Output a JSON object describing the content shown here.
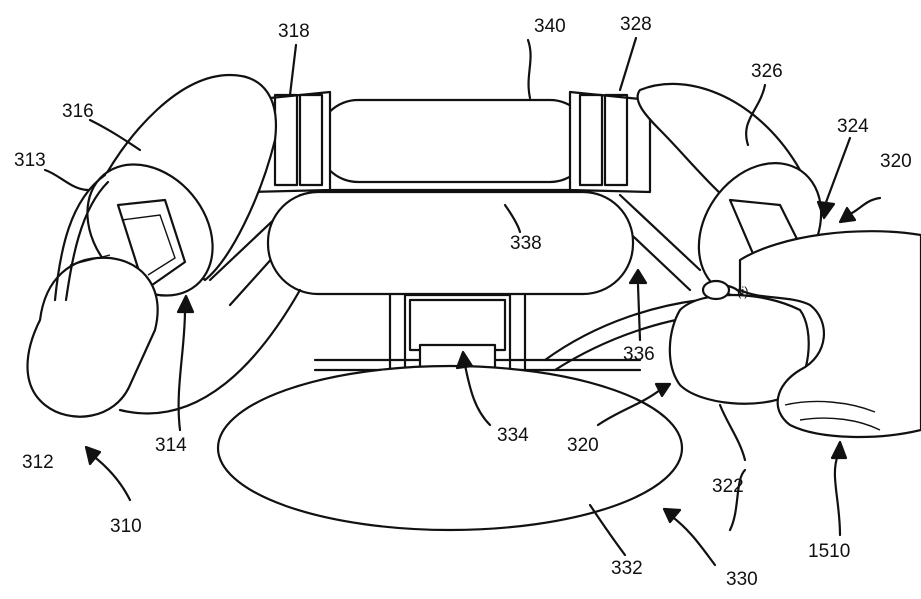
{
  "figure": {
    "labels": {
      "l310": "310",
      "l312": "312",
      "l313": "313",
      "l314": "314",
      "l316": "316",
      "l318": "318",
      "l320a": "320",
      "l320b": "320",
      "l322": "322",
      "l324": "324",
      "l326": "326",
      "l328": "328",
      "l330": "330",
      "l332": "332",
      "l334": "334",
      "l336": "336",
      "l338": "338",
      "l340": "340",
      "l1510": "1510"
    },
    "finger_mark": "(i)"
  }
}
